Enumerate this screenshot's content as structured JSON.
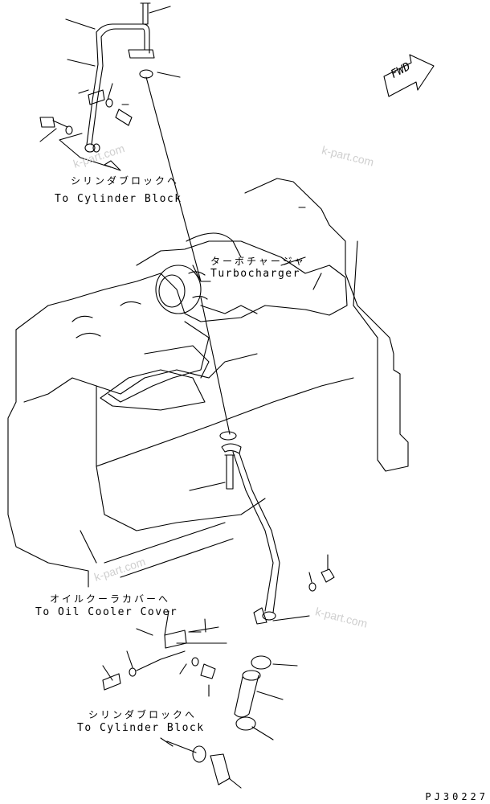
{
  "diagram": {
    "direction_marker": "FWD",
    "labels": {
      "to_cylinder_block_top_jp": "シリンダブロックへ",
      "to_cylinder_block_top_en": "To Cylinder Block",
      "turbocharger_jp": "ターボチャージャ",
      "turbocharger_en": "Turbocharger",
      "to_oil_cooler_cover_jp": "オイルクーラカバーへ",
      "to_oil_cooler_cover_en": "To Oil Cooler Cover",
      "to_cylinder_block_bottom_jp": "シリンダブロックへ",
      "to_cylinder_block_bottom_en": "To Cylinder Block"
    },
    "watermark": "k-part.com",
    "figure_id": "PJ30227"
  }
}
